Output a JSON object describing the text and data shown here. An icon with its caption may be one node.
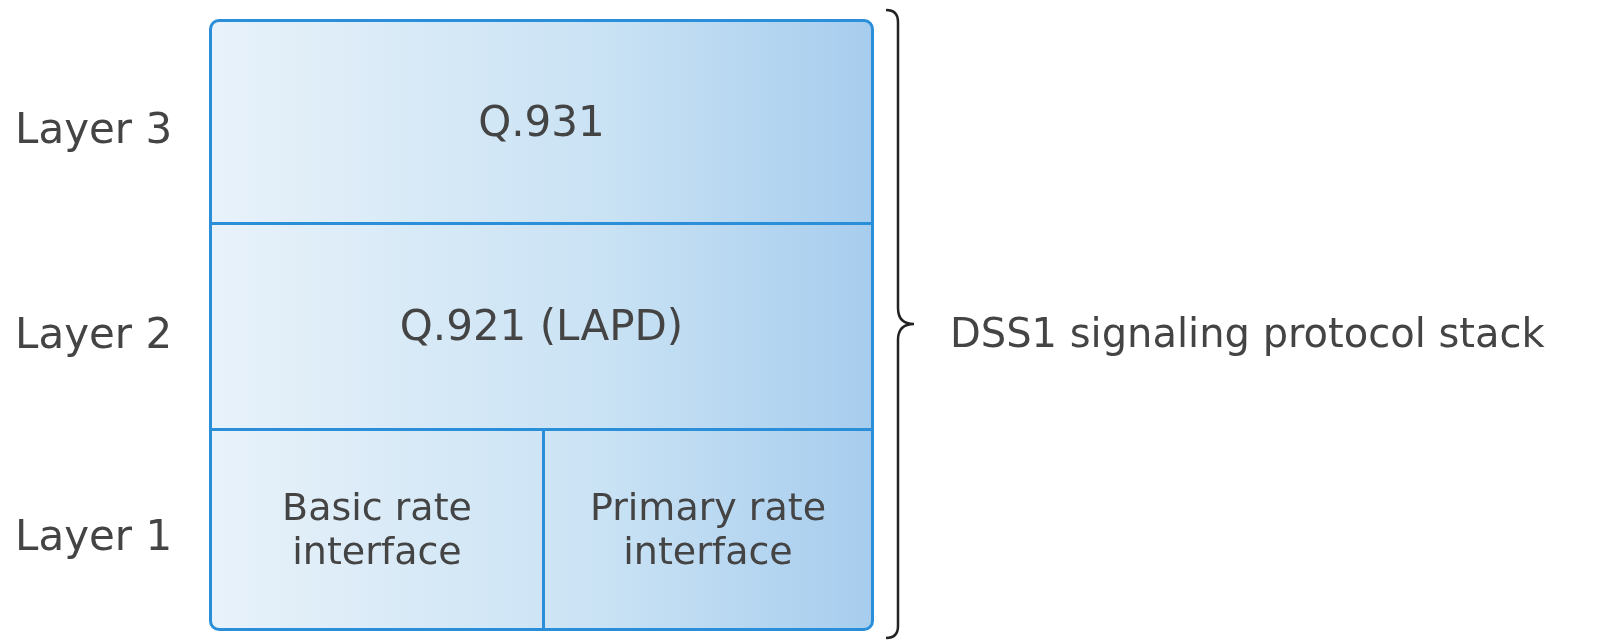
{
  "diagram": {
    "nodes": [
      {
        "text": [],
        "shape": "box"
      },
      {
        "text": [
          "Q.931"
        ],
        "in": 0
      },
      {
        "text": [
          "Q.921 (LAPD)"
        ],
        "in": 0
      },
      {
        "text": [
          "Basic rate interface"
        ],
        "in": 0
      },
      {
        "text": [
          "Primary rate interface"
        ],
        "in": 0
      }
    ],
    "labels": [
      "Layer 3",
      "Layer 2",
      "Layer 1",
      "DSS1 signaling protocol stack"
    ]
  }
}
